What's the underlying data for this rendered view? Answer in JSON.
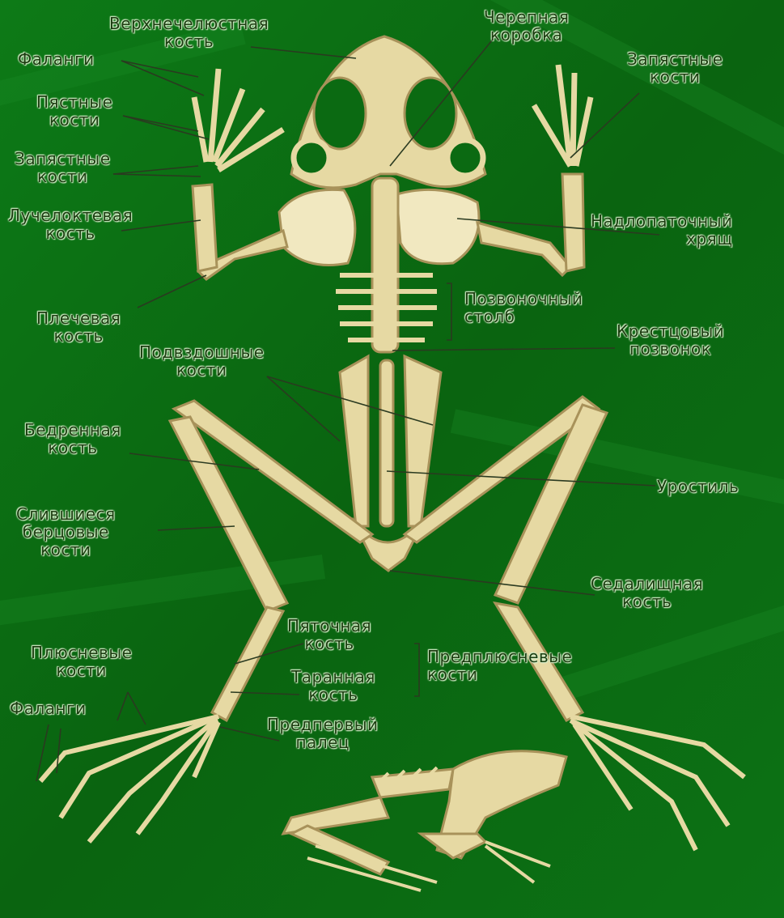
{
  "labels": {
    "maxilla": {
      "line1": "Верхнечелюстная",
      "line2": "кость"
    },
    "cranium": {
      "line1": "Черепная",
      "line2": "коробка"
    },
    "phalanges_front": "Фаланги",
    "wrist_right": {
      "line1": "Запястные",
      "line2": "кости"
    },
    "metacarpal": {
      "line1": "Пястные",
      "line2": "кости"
    },
    "wrist_left": {
      "line1": "Запястные",
      "line2": "кости"
    },
    "radioulna": {
      "line1": "Лучелоктевая",
      "line2": "кость"
    },
    "suprascapula": {
      "line1": "Надлопаточный",
      "line2": "хрящ"
    },
    "spine": {
      "line1": "Позвоночный",
      "line2": "столб"
    },
    "humerus": {
      "line1": "Плечевая",
      "line2": "кость"
    },
    "ilium": {
      "line1": "Подвздошные",
      "line2": "кости"
    },
    "sacral": {
      "line1": "Крестцовый",
      "line2": "позвонок"
    },
    "femur": {
      "line1": "Бедренная",
      "line2": "кость"
    },
    "urostyle": "Уростиль",
    "tibiofibula": {
      "line1": "Слившиеся",
      "line2": "берцовые",
      "line3": "кости"
    },
    "ischium": {
      "line1": "Седалищная",
      "line2": "кость"
    },
    "calcaneus": {
      "line1": "Пяточная",
      "line2": "кость"
    },
    "tarsal": {
      "line1": "Предплюсневые",
      "line2": "кости"
    },
    "talus": {
      "line1": "Таранная",
      "line2": "кость"
    },
    "metatarsal": {
      "line1": "Плюсневые",
      "line2": "кости"
    },
    "phalanges_hind": "Фаланги",
    "prehallux": {
      "line1": "Предпервый",
      "line2": "палец"
    }
  },
  "colors": {
    "background": "#0b6a12",
    "bone": "#e6d9a3",
    "bone_shadow": "#a8925a",
    "label_text": "#1b3d10",
    "leader_line": "#2a3a20"
  }
}
